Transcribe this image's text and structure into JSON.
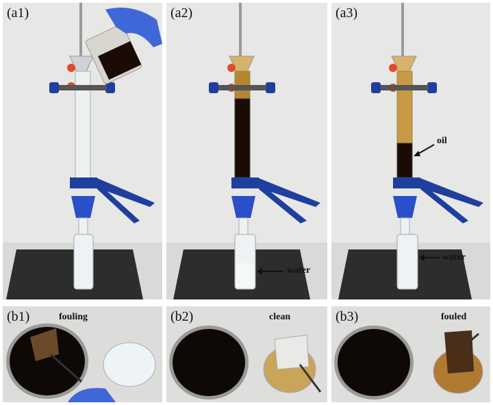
{
  "panels_top": [
    {
      "label": "(a1)",
      "annotation": ""
    },
    {
      "label": "(a2)",
      "annotation": "water"
    },
    {
      "label": "(a3)",
      "annotation_oil": "oil",
      "annotation_water": "water"
    }
  ],
  "panels_bottom": [
    {
      "label": "(b1)",
      "annotation": "fouling"
    },
    {
      "label": "(b2)",
      "annotation": "clean"
    },
    {
      "label": "(b3)",
      "annotation": "fouled"
    }
  ],
  "colors": {
    "oil_dark": "#1a0c05",
    "oil_amber": "#b8862e",
    "clamp_blue": "#1f3f9e",
    "stopper_blue": "#2a4fc8",
    "knob_red": "#e04a2a",
    "glove_blue": "#3f67d8",
    "base_dark": "#2a2a2a",
    "wall": "#e6e6e4"
  }
}
